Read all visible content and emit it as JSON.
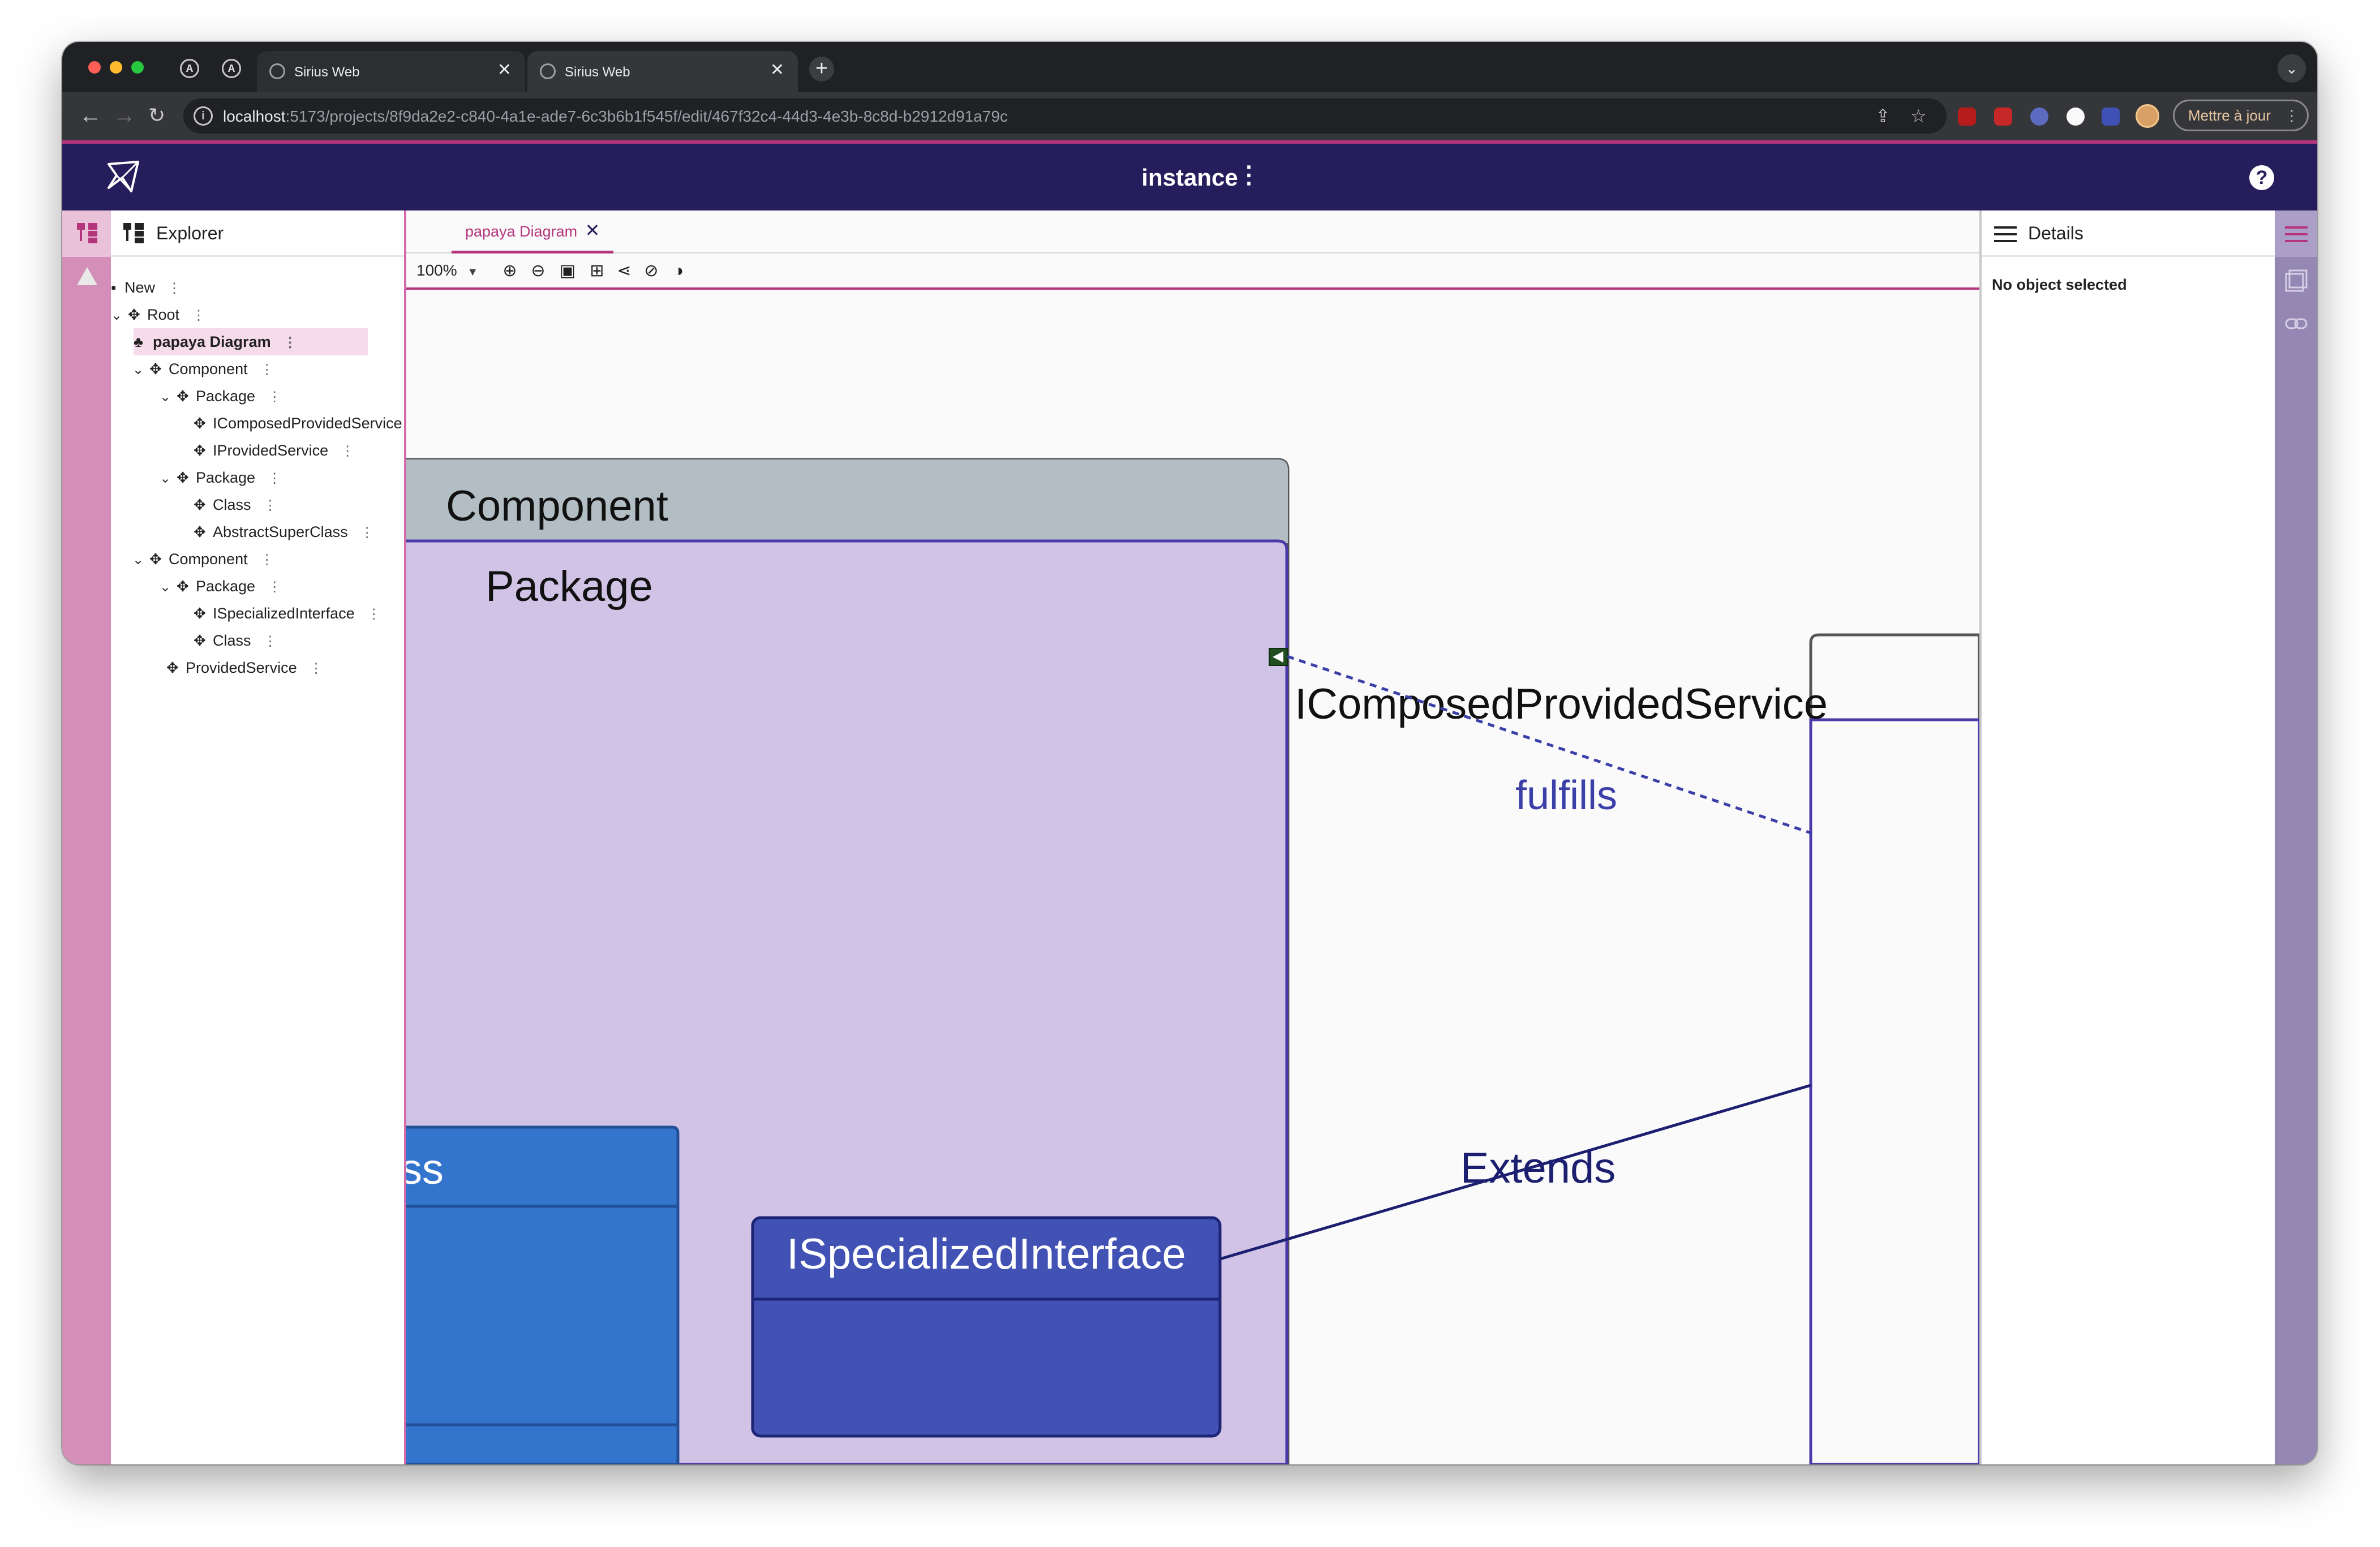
{
  "browser": {
    "tabs": [
      {
        "title": "Sirius Web",
        "close": "✕"
      },
      {
        "title": "Sirius Web",
        "close": "✕"
      }
    ],
    "new_tab": "+",
    "url_host": "localhost",
    "url_rest": ":5173/projects/8f9da2e2-c840-4a1e-ade7-6c3b6b1f545f/edit/467f32c4-44d3-4e3b-8c8d-b2912d91a79c",
    "update_label": "Mettre à jour"
  },
  "app": {
    "title": "instance",
    "menu": "⋮",
    "help": "?"
  },
  "explorer": {
    "title": "Explorer",
    "rows": [
      {
        "label": "New"
      },
      {
        "label": "Root"
      },
      {
        "label": "papaya Diagram"
      },
      {
        "label": "Component"
      },
      {
        "label": "Package"
      },
      {
        "label": "IComposedProvidedService"
      },
      {
        "label": "IProvidedService"
      },
      {
        "label": "Package"
      },
      {
        "label": "Class"
      },
      {
        "label": "AbstractSuperClass"
      },
      {
        "label": "Component"
      },
      {
        "label": "Package"
      },
      {
        "label": "ISpecializedInterface"
      },
      {
        "label": "Class"
      },
      {
        "label": "ProvidedService"
      }
    ]
  },
  "editor": {
    "tab_label": "papaya Diagram",
    "tab_close": "✕",
    "zoom": "100%"
  },
  "diagram": {
    "component_label": "Component",
    "package_label": "Package",
    "class_label_partial": "ss",
    "interface_label": "ISpecializedInterface",
    "provided_label": "IComposedProvidedService",
    "fulfills_label": "fulfills",
    "extends_label": "Extends",
    "colors": {
      "component_header": "#b2bec3",
      "package_fill": "#d1c3e6",
      "class_fill": "#3374cc",
      "interface_fill": "#4152b4",
      "edge": "#261e70",
      "edge_label": "#3b3fa8"
    }
  },
  "details": {
    "title": "Details",
    "empty": "No object selected"
  }
}
